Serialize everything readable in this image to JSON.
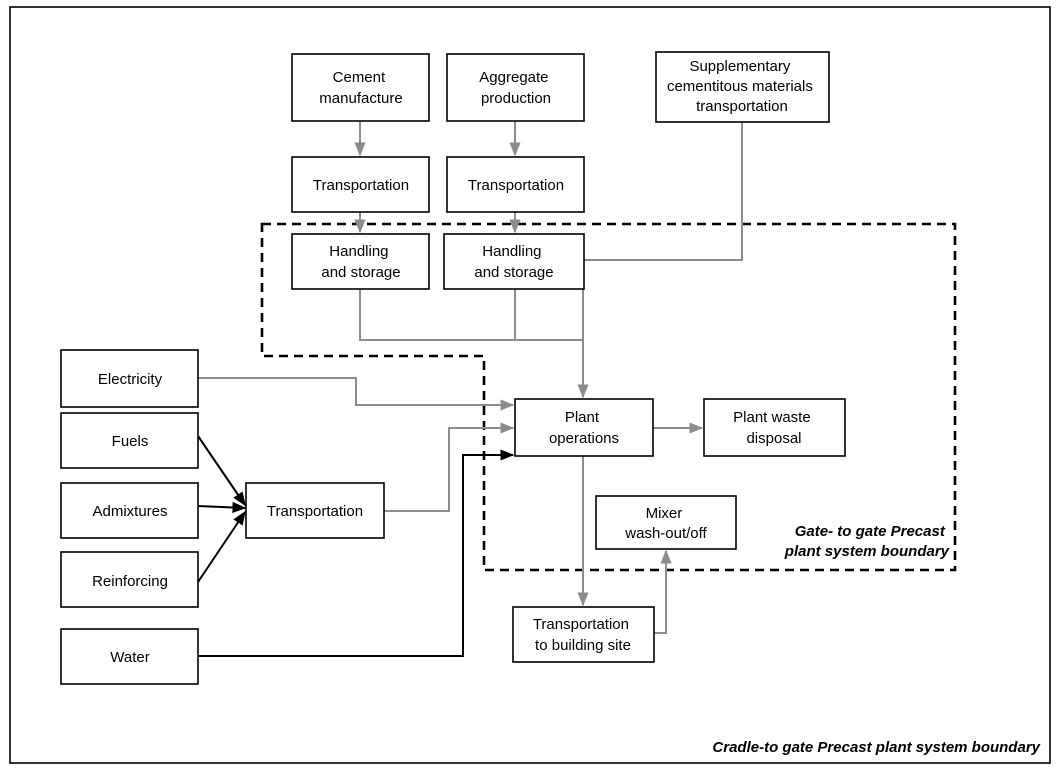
{
  "nodes": {
    "cement_manufacture": [
      "Cement",
      "manufacture"
    ],
    "aggregate_production": [
      "Aggregate",
      "production"
    ],
    "scm_transportation": [
      "Supplementary",
      "cementitous materials",
      "transportation"
    ],
    "transport_cement": [
      "Transportation"
    ],
    "transport_aggregate": [
      "Transportation"
    ],
    "handling_storage_1": [
      "Handling",
      "and storage"
    ],
    "handling_storage_2": [
      "Handling",
      "and storage"
    ],
    "electricity": [
      "Electricity"
    ],
    "fuels": [
      "Fuels"
    ],
    "admixtures": [
      "Admixtures"
    ],
    "reinforcing": [
      "Reinforcing"
    ],
    "water": [
      "Water"
    ],
    "transport_inputs": [
      "Transportation"
    ],
    "plant_operations": [
      "Plant",
      "operations"
    ],
    "plant_waste_disposal": [
      "Plant waste",
      "disposal"
    ],
    "mixer_washout": [
      "Mixer",
      "wash-out/off"
    ],
    "transport_building_site": [
      "Transportation",
      "to building site"
    ]
  },
  "boundaries": {
    "gate_to_gate": [
      "Gate- to gate Precast",
      "plant system boundary"
    ],
    "cradle_to_gate": "Cradle-to gate Precast plant system boundary"
  },
  "colors": {
    "grey_flow": "#8c8c8c",
    "black_flow": "#000000"
  }
}
